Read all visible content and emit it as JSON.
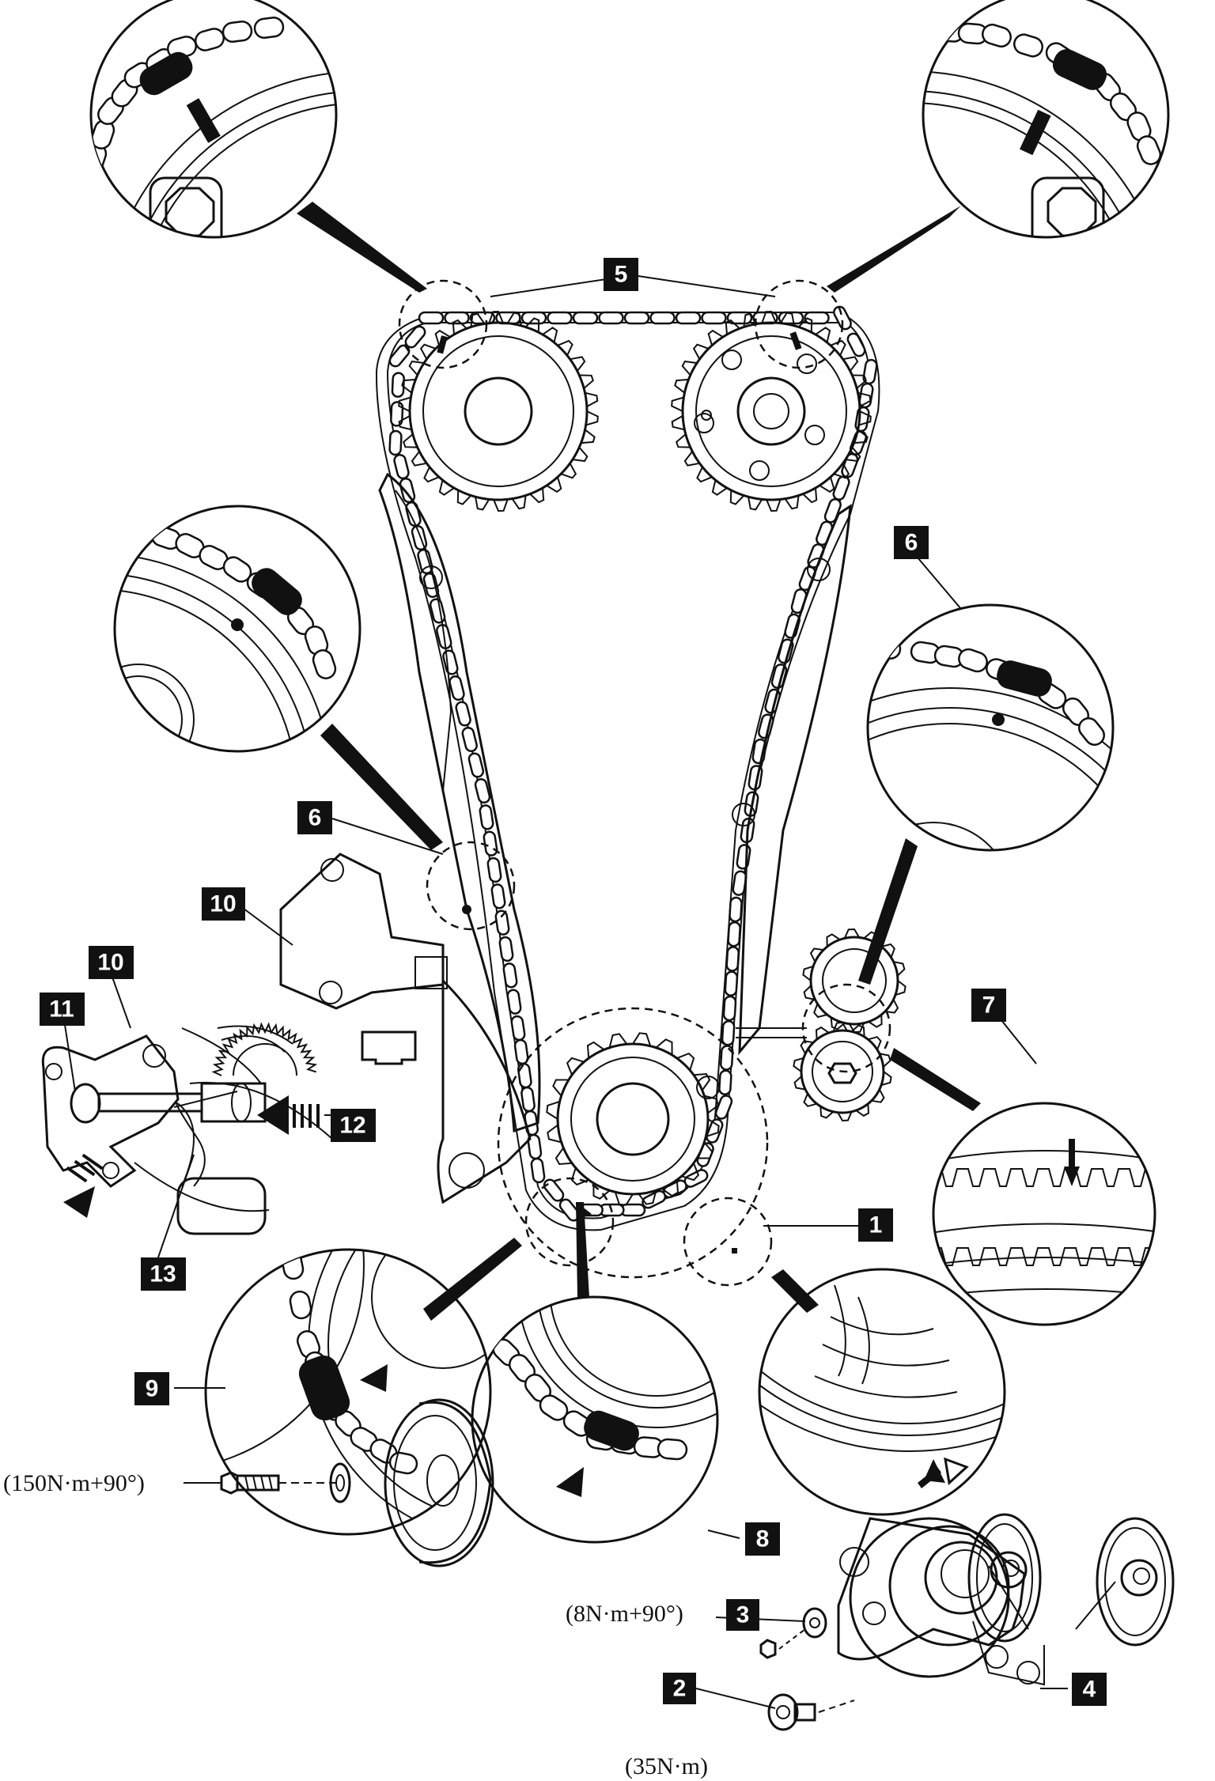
{
  "callouts": {
    "c1": "1",
    "c2": "2",
    "c3": "3",
    "c4": "4",
    "c5": "5",
    "c6a": "6",
    "c6b": "6",
    "c7": "7",
    "c8": "8",
    "c9": "9",
    "c10a": "10",
    "c10b": "10",
    "c11": "11",
    "c12": "12",
    "c13": "13"
  },
  "torque": {
    "crank_bolt": "(150N·m+90°)",
    "pump_bolt": "(8N·m+90°)",
    "housing_bolt": "(35N·m)"
  },
  "colors": {
    "ink": "#111111",
    "paper": "#ffffff"
  }
}
